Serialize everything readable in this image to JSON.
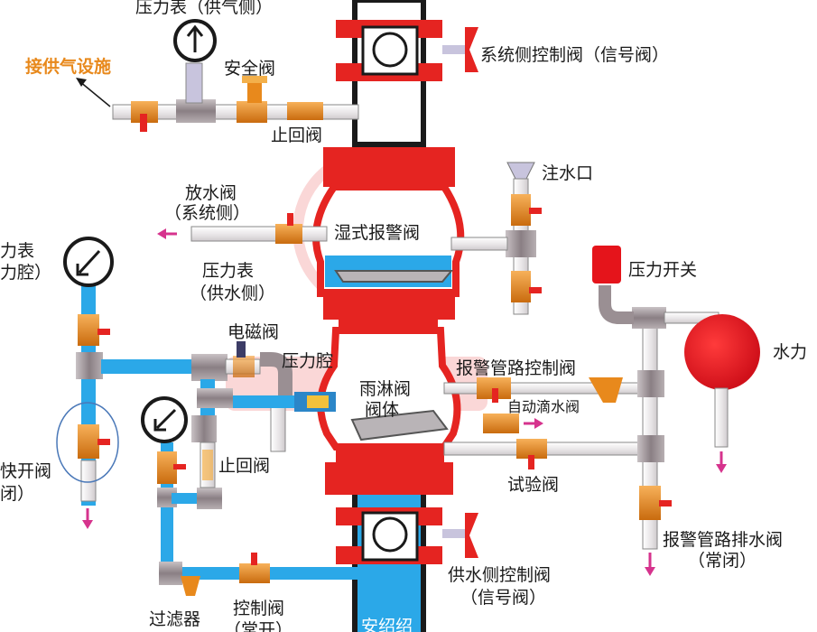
{
  "labels": {
    "pressure_gauge_air_side": "压力表（供气侧）",
    "connect_air_supply": "接供气设施",
    "safety_valve": "安全阀",
    "check_valve_top": "止回阀",
    "system_side_control_valve": "系统侧控制阀（信号阀）",
    "water_inlet": "注水口",
    "drain_valve_line1": "放水阀",
    "drain_valve_line2": "（系统侧）",
    "wet_alarm_valve": "湿式报警阀",
    "pressure_gauge_left_line1": "力表",
    "pressure_gauge_left_line2": "力腔）",
    "pressure_gauge_supply_line1": "压力表",
    "pressure_gauge_supply_line2": "（供水侧）",
    "pressure_switch": "压力开关",
    "water_motor_bell": "水力",
    "solenoid_valve": "电磁阀",
    "pressure_chamber": "压力腔",
    "alarm_line_control_valve": "报警管路控制阀",
    "deluge_valve_line1": "雨淋阀",
    "deluge_valve_line2": "阀体",
    "auto_drip_valve": "自动滴水阀",
    "quick_open_valve_line1": "快开阀",
    "quick_open_valve_line2": "闭）",
    "check_valve_lower": "止回阀",
    "test_valve": "试验阀",
    "alarm_line_drain_line1": "报警管路排水阀",
    "alarm_line_drain_line2": "（常闭）",
    "supply_side_control_valve_line1": "供水侧控制阀",
    "supply_side_control_valve_line2": "（信号阀）",
    "filter": "过滤器",
    "control_valve_line1": "控制阀",
    "control_valve_line2": "（常开）",
    "watermark": "安绍绍"
  },
  "colors": {
    "water_blue": "#2ba8e8",
    "valve_red": "#e52421",
    "valve_orange": "#e8891c",
    "pipe_gray": "#9a8f93",
    "label_orange": "#e8891c",
    "bell_red": "#e5141b"
  }
}
